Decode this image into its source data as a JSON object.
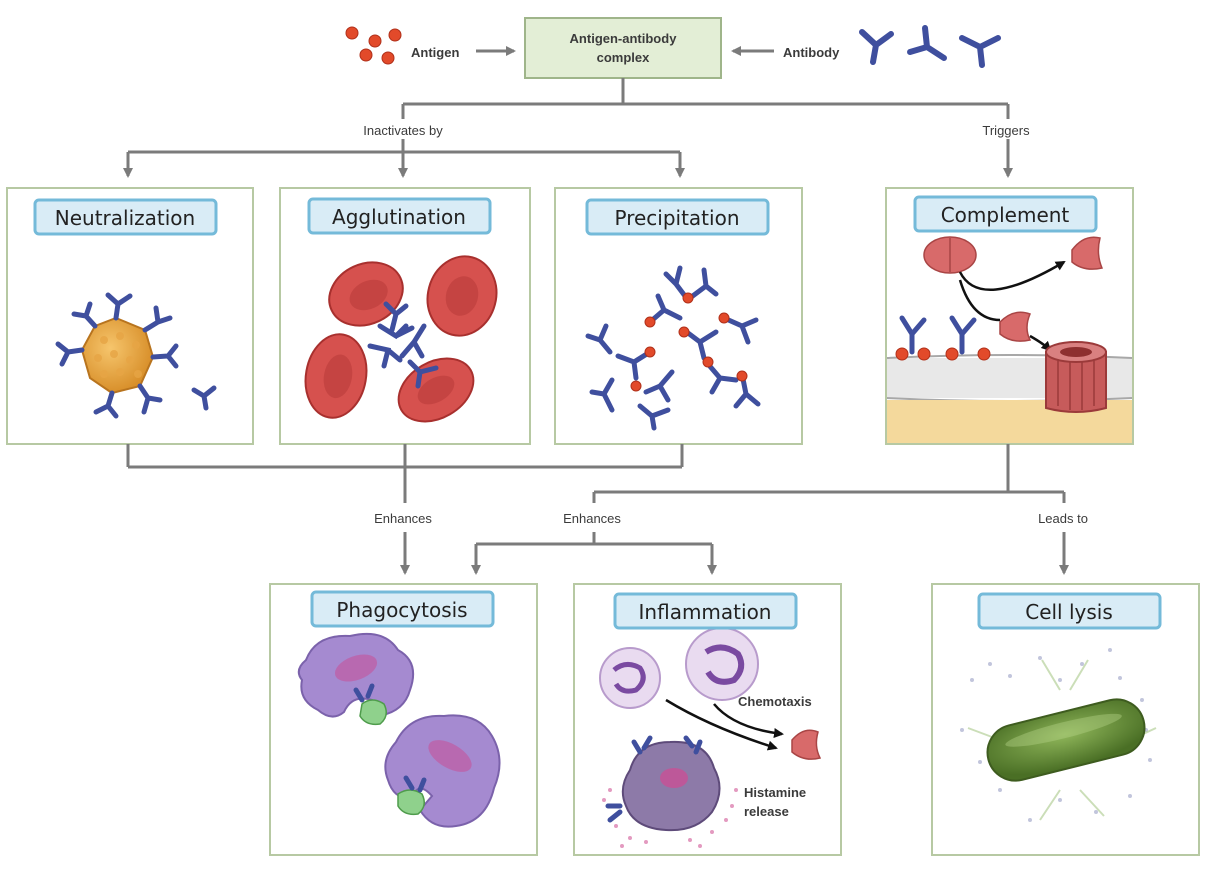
{
  "top": {
    "antigen_label": "Antigen",
    "complex_label_line1": "Antigen-antibody",
    "complex_label_line2": "complex",
    "antibody_label": "Antibody"
  },
  "edges": {
    "inactivates_by": "Inactivates by",
    "triggers": "Triggers",
    "enhances_left": "Enhances",
    "enhances_right": "Enhances",
    "leads_to": "Leads to"
  },
  "panels": {
    "neutralization": "Neutralization",
    "agglutination": "Agglutination",
    "precipitation": "Precipitation",
    "complement": "Complement",
    "phagocytosis": "Phagocytosis",
    "inflammation": "Inflammation",
    "cell_lysis": "Cell lysis"
  },
  "inflammation_labels": {
    "chemotaxis": "Chemotaxis",
    "histamine_line1": "Histamine",
    "histamine_line2": "release"
  },
  "colors": {
    "antibody": "#3f4f9e",
    "antigen": "#e24a2a",
    "panel_border": "#b7c9a3",
    "title_box": "#d9ecf6",
    "title_border": "#74bad9",
    "connector": "#7b7b7b"
  },
  "icons": [
    "antigen-dots-icon",
    "antibody-icon",
    "virus-icon",
    "red-blood-cell-icon",
    "complement-protein-icon",
    "membrane-pore-icon",
    "phagocyte-icon",
    "neutrophil-icon",
    "mast-cell-icon",
    "bacterium-icon"
  ]
}
